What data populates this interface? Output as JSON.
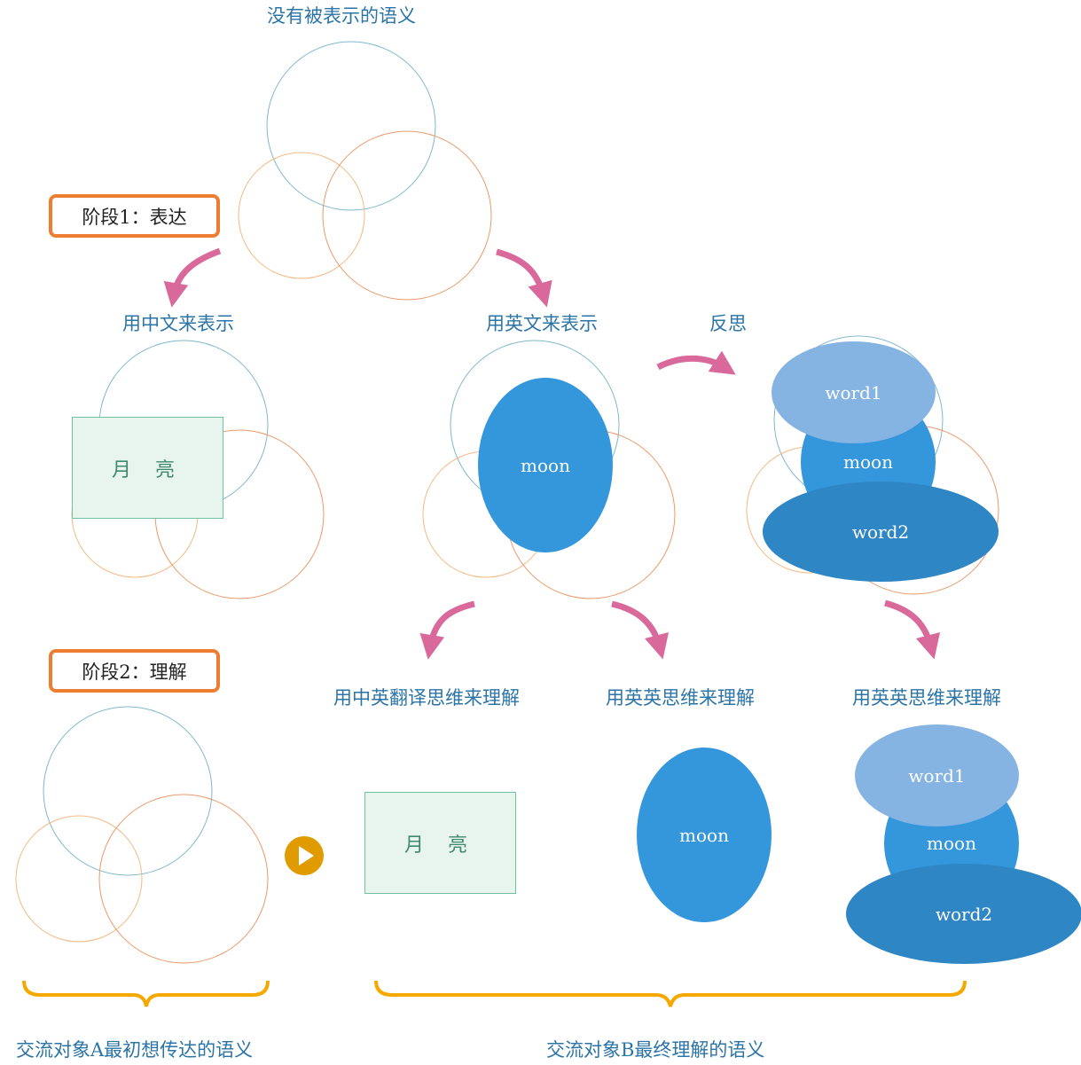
{
  "top_label": "没有被表示的语义",
  "stage1": "阶段1：表达",
  "stage2": "阶段2：理解",
  "chinese_repr": "用中文来表示",
  "english_repr": "用英文来表示",
  "reflect": "反思",
  "moon_cn": "月 亮",
  "moon_en": "moon",
  "word1": "word1",
  "word2": "word2",
  "understand_translate": "用中英翻译思维来理解",
  "understand_english1": "用英英思维来理解",
  "understand_english2": "用英英思维来理解",
  "bottom_left": "交流对象A最初想传达的语义",
  "bottom_right": "交流对象B最终理解的语义",
  "colors": {
    "circle_blue": "#7fb8cc",
    "circle_orange_light": "#f4b983",
    "circle_orange": "#ea9a6a",
    "stage_border": "#ed7d31",
    "arrow_pink": "#d9699b",
    "ellipse_mid": "#3496db",
    "ellipse_light": "#85b4e3",
    "ellipse_dark": "#2f86c5",
    "brace": "#f5a800",
    "play": "#e09b00"
  }
}
